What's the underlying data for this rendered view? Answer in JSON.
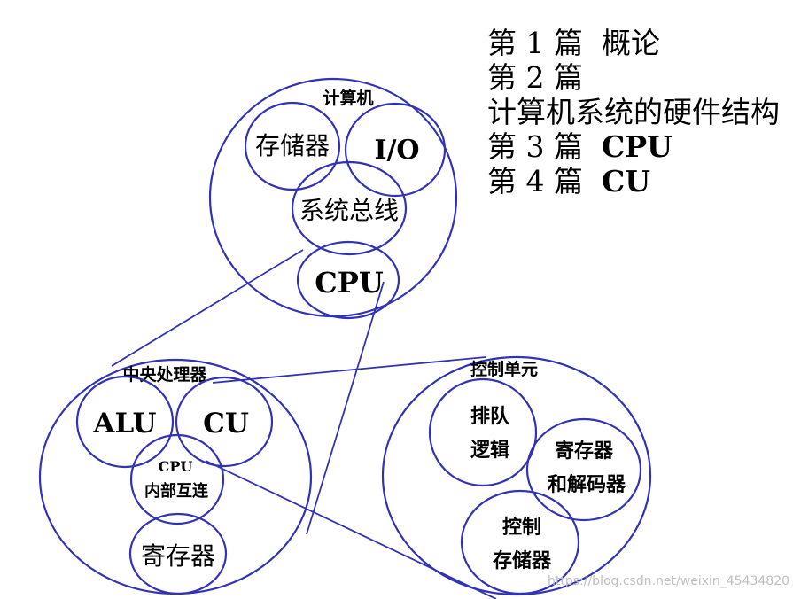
{
  "outline": [
    {
      "prefix": "第 1 篇",
      "title": "概论"
    },
    {
      "prefix": "第 2 篇",
      "title": ""
    },
    {
      "prefix": "",
      "title": "计算机系统的硬件结构"
    },
    {
      "prefix": "第 3 篇",
      "title": "CPU"
    },
    {
      "prefix": "第 4 篇",
      "title": "CU"
    }
  ],
  "computer": {
    "title": "计算机",
    "memory": "存储器",
    "io": "I/O",
    "bus": "系统总线",
    "cpu": "CPU"
  },
  "cpu_detail": {
    "title": "中央处理器",
    "alu": "ALU",
    "cu": "CU",
    "interconnect_line1": "CPU",
    "interconnect_line2": "内部互连",
    "register": "寄存器"
  },
  "control_unit": {
    "title": "控制单元",
    "queue_line1": "排队",
    "queue_line2": "逻辑",
    "regdec_line1": "寄存器",
    "regdec_line2": "和解码器",
    "ctrlmem_line1": "控制",
    "ctrlmem_line2": "存储器"
  },
  "watermark": "https://blog.csdn.net/weixin_45434820"
}
